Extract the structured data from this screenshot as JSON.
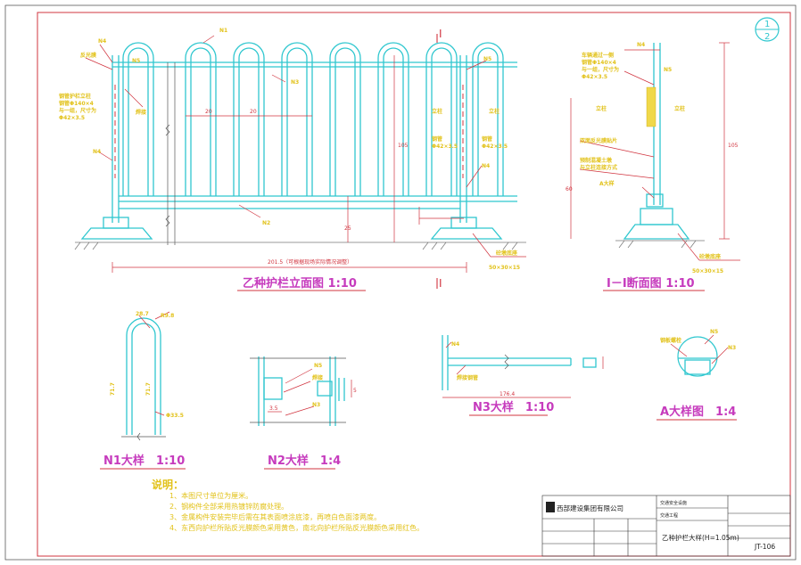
{
  "views": {
    "elevation_title": "乙种护栏立面图 1:10",
    "section_title": "I－I断面图 1:10",
    "n1_title": "N1大样　1:10",
    "n2_title": "N2大样　1:4",
    "n3_title": "N3大样　1:10",
    "a_title": "A大样图　1:4"
  },
  "section_marks": {
    "top": "I",
    "bottom": "I"
  },
  "notes": {
    "heading": "说明：",
    "lines": [
      "1、本图尺寸单位为厘米。",
      "2、钢构件全部采用热镀锌防腐处理。",
      "3、金属构件安装完毕后需在其表面喷涂底漆，再喷白色面漆两度。",
      "4、东西向护栏所贴反光膜颜色采用黄色，南北向护栏所贴反光膜颜色采用红色。"
    ]
  },
  "title_block": {
    "company": "西部建设集团有限公司",
    "drawing_title": "乙种护栏大样(H=1.05m)",
    "drawing_no": "JT-106",
    "project_label": "交通安全设施",
    "part_label": "交通工程"
  },
  "colors": {
    "rail": "#2fc7cf",
    "dimension": "#d1343f",
    "annotation": "#e2c21a",
    "view_title": "#c63bbd"
  }
}
